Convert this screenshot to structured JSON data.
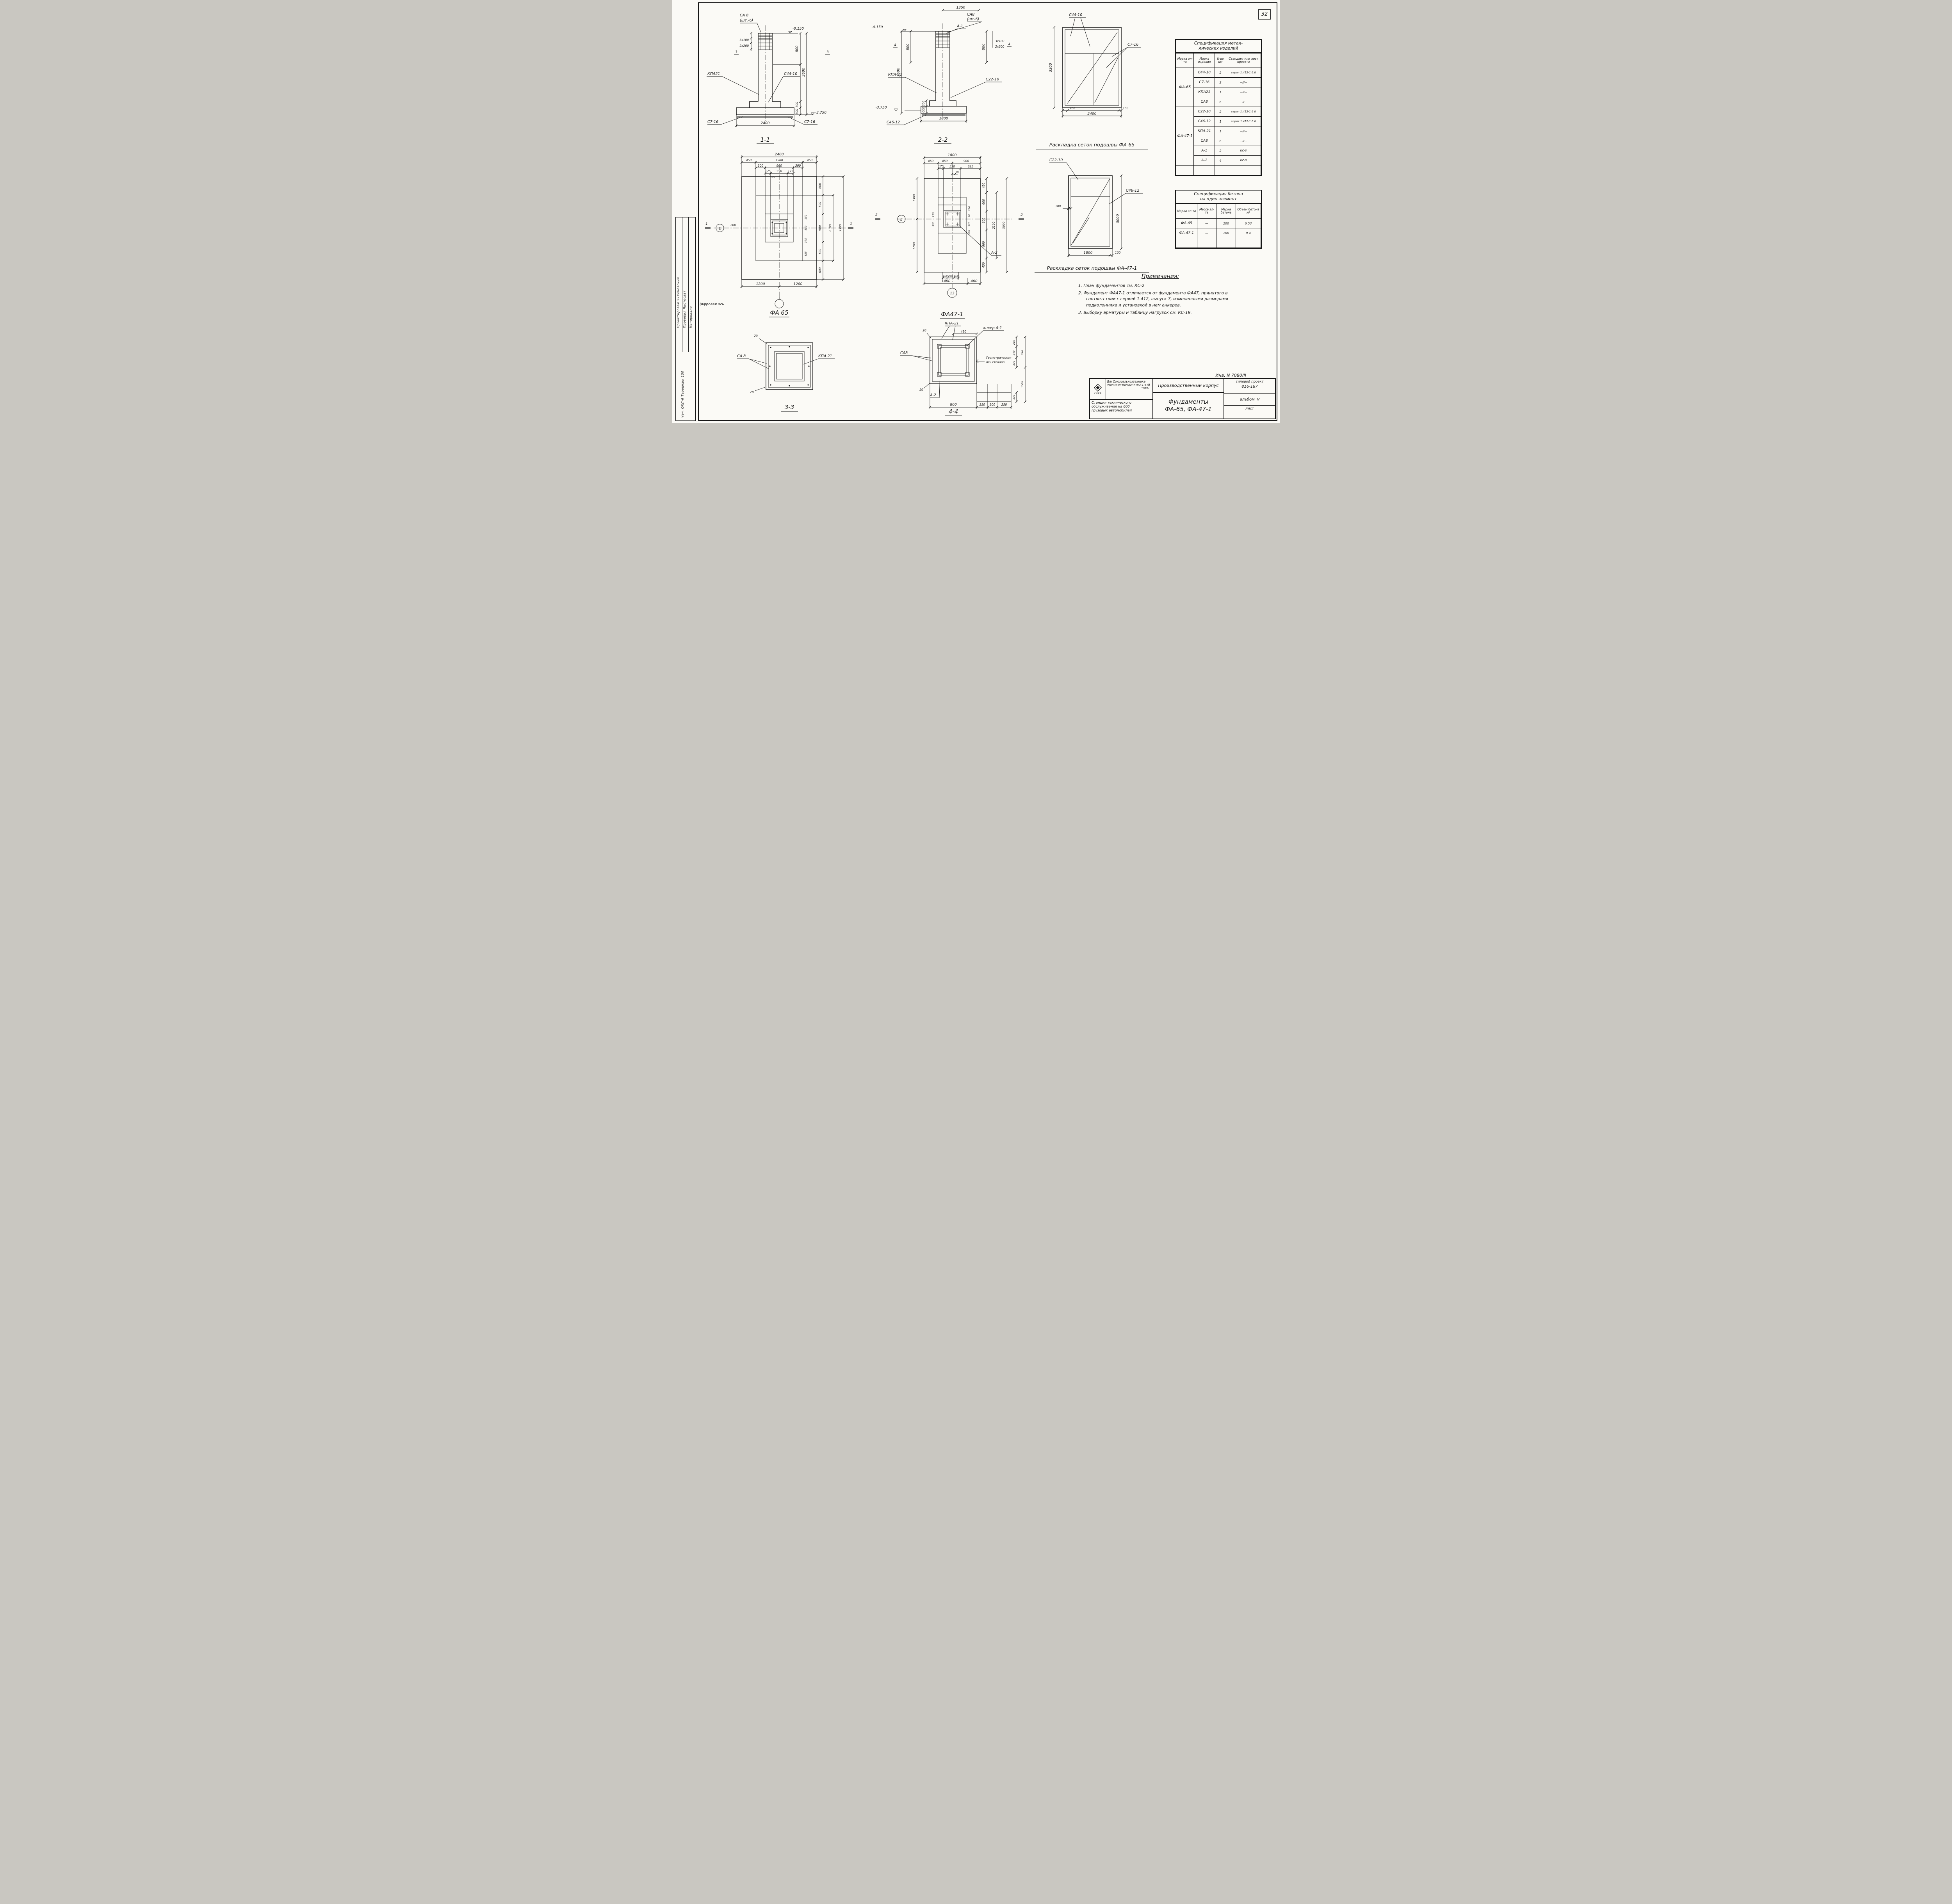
{
  "page": {
    "sheet_number": "32",
    "inv_number": "Инв. N 7080/II"
  },
  "s11": {
    "title": "1-1",
    "sa8_line1": "СА 8",
    "sa8_line2": "(шт.-6)",
    "kpa21": "КПА21",
    "s4410": "С44-10",
    "s716l": "С7-16",
    "s716r": "С7-16",
    "axis_l": "3",
    "axis_r": "3",
    "lvl_top": "-0.150",
    "lvl_bot": "-3.750",
    "d3x100": "3х100",
    "d2x200": "2х200",
    "d800": "800",
    "d3600": "3600",
    "d300a": "300",
    "d300b": "300",
    "d2400": "2400"
  },
  "s22": {
    "title": "2-2",
    "d1350": "1350",
    "sa8_line1": "СА8",
    "sa8_line2": "(шт-6)",
    "a1": "А-1",
    "kpa21": "КПА-21",
    "s2210": "С22-10",
    "s4612": "С46-12",
    "axis_l": "4",
    "axis_r": "4",
    "lvl_top": "-0.150",
    "lvl_bot": "-3.750",
    "d3x100": "3х100",
    "d2x200": "2х200",
    "d800l": "800",
    "d800r": "800",
    "d3600": "3600",
    "d300": "300",
    "d600": "600",
    "d1800": "1800"
  },
  "mesh65": {
    "title": "Раскладка сеток подошвы ФА-65",
    "s4410": "С44-10",
    "s716": "С7-16",
    "d3300": "3300",
    "d200": "200",
    "d100": "100",
    "d2400": "2400"
  },
  "mesh47": {
    "title": "Раскладка сеток подошвы ФА-47-1",
    "s2210": "С22-10",
    "s4612": "С46-12",
    "d100l": "100",
    "d3000": "3000",
    "d100b": "100",
    "d1800": "1800"
  },
  "plan65": {
    "title": "ФА 65",
    "axis_e": "Е",
    "axis_caption": "Цифровая ось",
    "cut_l": "1",
    "cut_r": "1",
    "d2400": "2400",
    "d450a": "450",
    "d1500": "1500",
    "d450b": "450",
    "d300a": "300",
    "d900t": "900",
    "d300b": "300",
    "d175a": "175",
    "d550t": "550",
    "d175b": "175",
    "d25": "25",
    "d200": "200",
    "r600a": "600",
    "r600b": "600",
    "r900": "900",
    "r600c": "600",
    "r600d": "600",
    "r2100": "2100",
    "r3300": "3300",
    "i150": "150",
    "i550": "550",
    "i375": "375",
    "i825": "825",
    "d1200a": "1200",
    "d1200b": "1200"
  },
  "plan47": {
    "title": "ФА47-1",
    "axis_e": "Е",
    "axis_13": "13",
    "cut_l": "2",
    "cut_r": "2",
    "d1800": "1800",
    "d450a": "450",
    "d450b": "450",
    "d900t": "900",
    "d175t": "175",
    "d550t": "550",
    "d625": "625",
    "d90t": "90",
    "d1300": "1300",
    "d1700": "1700",
    "i175": "175",
    "i550": "550",
    "r450a": "450",
    "r600a": "600",
    "r600b": "600",
    "r900": "900",
    "r450b": "450",
    "r2100": "2100",
    "r3000": "3000",
    "i210": "210",
    "i90": "90",
    "i520": "520",
    "i300": "300",
    "a2": "А-2",
    "d150a": "150",
    "d200b": "200",
    "d150b": "150",
    "d1400": "1400",
    "d400": "400"
  },
  "s33": {
    "title": "3-3",
    "d20t": "20",
    "d20b": "20",
    "sa8": "СА 8",
    "kpa21": "КПА 21"
  },
  "s44": {
    "title": "4-4",
    "kpa21": "КПА-21",
    "anchor_a1": "анкер А-1",
    "sa8": "СА8",
    "a2": "А-2",
    "geo1": "Геометрическая",
    "geo2": "ось стакана",
    "d490": "490",
    "d20t": "20",
    "d20l": "20",
    "d800": "800",
    "d250a": "250",
    "d200": "200",
    "d250b": "250",
    "r210": "210",
    "r240": "240",
    "r230a": "230",
    "r540": "540",
    "r1000": "1000",
    "r230b": "230"
  },
  "spec_metal": {
    "title_line1": "Спецификация метал-",
    "title_line2": "лических изделий",
    "col_el": "Марка эл-та",
    "col_item": "Марка изделия",
    "col_qty": "К-во шт",
    "col_std": "Стандарт или лист проекта",
    "group1_mark": "ФА-65",
    "group2_mark": "ФА-47-1",
    "rows_g1": [
      {
        "item": "С44-10",
        "qty": "2",
        "std": "серия 1.412-1.6.II"
      },
      {
        "item": "С7-16",
        "qty": "2",
        "std": "—//—"
      },
      {
        "item": "КПА21",
        "qty": "1",
        "std": "—//—"
      },
      {
        "item": "СА8",
        "qty": "6",
        "std": "—//—"
      }
    ],
    "rows_g2": [
      {
        "item": "С22-10",
        "qty": "2",
        "std": "серия 1.412-1.6 II"
      },
      {
        "item": "С46-12",
        "qty": "1",
        "std": "серия 1.412-1.6.II"
      },
      {
        "item": "КПА-21",
        "qty": "1",
        "std": "—//—"
      },
      {
        "item": "СА8",
        "qty": "6",
        "std": "—//—"
      },
      {
        "item": "А-1",
        "qty": "2",
        "std": "КС-3"
      },
      {
        "item": "А-2",
        "qty": "4",
        "std": "КС-3"
      }
    ]
  },
  "spec_concrete": {
    "title_line1": "Спецификация бетона",
    "title_line2": "на один элемент",
    "col_el": "Марка эл-та",
    "col_mass": "Масса эл-та",
    "col_grade": "Марка бетона",
    "col_vol": "Объем бетона м³",
    "rows": [
      {
        "mark": "ФА-65",
        "mass": "—",
        "grade": "200",
        "vol": "6.53"
      },
      {
        "mark": "ФА-47-1",
        "mass": "—",
        "grade": "200",
        "vol": "8.4"
      }
    ]
  },
  "notes": {
    "title": "Примечания:",
    "items": [
      "1.  План фундаментов см. КС-2",
      "2.  Фундамент ФА47-1 отличается от фундамента ФА47, принятого в соответствии с серией 1.412, выпуск 7, измененными размерами подколонника и установкой в нем анкеров.",
      "3.  Выборку арматуры и таблицу нагрузок см. КС-19."
    ]
  },
  "titleblock": {
    "org_line1": "В/о Союзсельхозтехника",
    "org_line2": "УКРГИПРОПРОМСЕЛЬСТРОЙ",
    "org_city": "КИЕВ",
    "org_year": "1976г.",
    "object_title": "Производственный корпус",
    "project_label": "типовой проект",
    "project_number": "816-187",
    "station_line1": "Станция технического",
    "station_line2": "обслуживания на 600",
    "station_line3": "грузовых автомобилей",
    "sheet_title_1": "Фундаменты",
    "sheet_title_2": "ФА-65, ФА-47-1",
    "album_label": "альбом",
    "album_number": "V",
    "list_label": "лист"
  },
  "sidebar": {
    "row1": "Проектировал   Эктимовский",
    "row2": "Проверил   Чистосват",
    "row3": "Копировала",
    "bottom": "Чеч. ОКП-6    Терешкин    150"
  }
}
